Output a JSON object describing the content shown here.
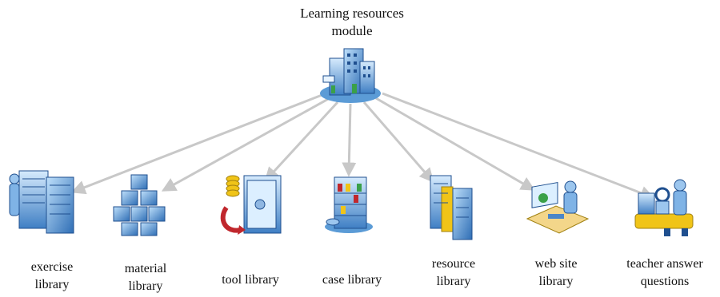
{
  "root": {
    "title_line1": "Learning resources",
    "title_line2": "module",
    "icon": "building-icon"
  },
  "modules": [
    {
      "id": "exercise",
      "line1": "exercise",
      "line2": "library",
      "icon": "server-rack-person-icon"
    },
    {
      "id": "material",
      "line1": "material",
      "line2": "library",
      "icon": "stacked-boxes-icon"
    },
    {
      "id": "tool",
      "line1": "tool library",
      "line2": "",
      "icon": "coins-safe-icon"
    },
    {
      "id": "case",
      "line1": "case library",
      "line2": "",
      "icon": "display-case-icon"
    },
    {
      "id": "resource",
      "line1": "resource",
      "line2": "library",
      "icon": "server-stack-icon"
    },
    {
      "id": "website",
      "line1": "web site",
      "line2": "library",
      "icon": "person-at-computer-icon"
    },
    {
      "id": "teacher",
      "line1": "teacher answer",
      "line2": "questions",
      "icon": "person-at-machine-icon"
    }
  ],
  "colors": {
    "arrow": "#c8c8c8",
    "blue_light": "#9cc6ee",
    "blue_mid": "#4a86c8",
    "blue_dark": "#1f4f8f",
    "accent_green": "#3aa048",
    "accent_red": "#c0272d",
    "accent_yellow": "#f0c418"
  }
}
